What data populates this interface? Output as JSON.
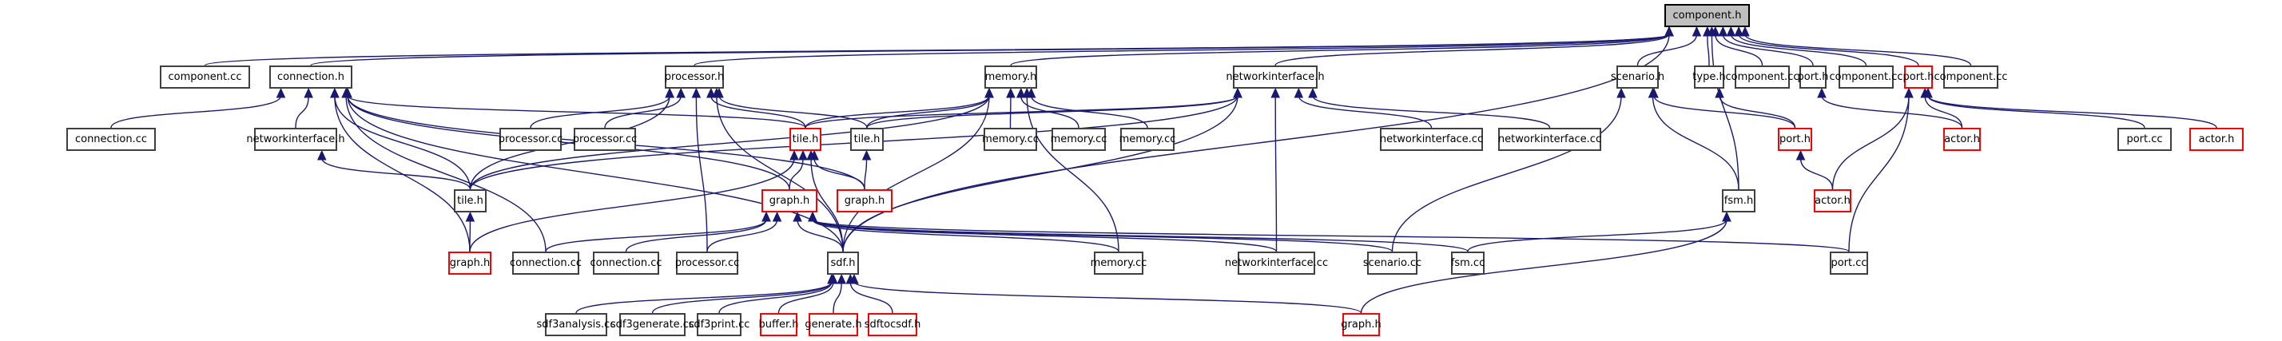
{
  "graph": {
    "title": "component.h include dependency graph",
    "colors": {
      "edge": "#191970",
      "root_fill": "#bfbfbf",
      "node_border": "#404040",
      "truncated_border": "#ff0000"
    },
    "nodes": [
      {
        "id": "component_h",
        "label": "component.h",
        "kind": "root"
      },
      {
        "id": "component_cc_1",
        "label": "component.cc",
        "kind": "normal"
      },
      {
        "id": "connection_h",
        "label": "connection.h",
        "kind": "normal"
      },
      {
        "id": "processor_h",
        "label": "processor.h",
        "kind": "normal"
      },
      {
        "id": "memory_h",
        "label": "memory.h",
        "kind": "normal"
      },
      {
        "id": "networkinterface_h_1",
        "label": "networkinterface.h",
        "kind": "normal"
      },
      {
        "id": "scenario_h",
        "label": "scenario.h",
        "kind": "normal"
      },
      {
        "id": "type_h",
        "label": "type.h",
        "kind": "normal"
      },
      {
        "id": "component_cc_2",
        "label": "component.cc",
        "kind": "normal"
      },
      {
        "id": "port_h_1",
        "label": "port.h",
        "kind": "normal"
      },
      {
        "id": "component_cc_3",
        "label": "component.cc",
        "kind": "normal"
      },
      {
        "id": "port_h_2",
        "label": "port.h",
        "kind": "truncated"
      },
      {
        "id": "component_cc_4",
        "label": "component.cc",
        "kind": "normal"
      },
      {
        "id": "connection_cc_1",
        "label": "connection.cc",
        "kind": "normal"
      },
      {
        "id": "networkinterface_h_2",
        "label": "networkinterface.h",
        "kind": "normal"
      },
      {
        "id": "processor_cc_1",
        "label": "processor.cc",
        "kind": "normal"
      },
      {
        "id": "processor_cc_2",
        "label": "processor.cc",
        "kind": "normal"
      },
      {
        "id": "tile_h_1",
        "label": "tile.h",
        "kind": "truncated"
      },
      {
        "id": "tile_h_2",
        "label": "tile.h",
        "kind": "normal"
      },
      {
        "id": "memory_cc_1",
        "label": "memory.cc",
        "kind": "normal"
      },
      {
        "id": "memory_cc_2",
        "label": "memory.cc",
        "kind": "normal"
      },
      {
        "id": "memory_cc_3",
        "label": "memory.cc",
        "kind": "normal"
      },
      {
        "id": "networkinterface_cc_1",
        "label": "networkinterface.cc",
        "kind": "normal"
      },
      {
        "id": "networkinterface_cc_2",
        "label": "networkinterface.cc",
        "kind": "normal"
      },
      {
        "id": "port_h_3",
        "label": "port.h",
        "kind": "truncated"
      },
      {
        "id": "actor_h_1",
        "label": "actor.h",
        "kind": "truncated"
      },
      {
        "id": "port_cc_1",
        "label": "port.cc",
        "kind": "normal"
      },
      {
        "id": "actor_h_2",
        "label": "actor.h",
        "kind": "truncated"
      },
      {
        "id": "tile_h_3",
        "label": "tile.h",
        "kind": "normal"
      },
      {
        "id": "graph_h_1",
        "label": "graph.h",
        "kind": "truncated"
      },
      {
        "id": "graph_h_2",
        "label": "graph.h",
        "kind": "truncated"
      },
      {
        "id": "fsm_h",
        "label": "fsm.h",
        "kind": "normal"
      },
      {
        "id": "actor_h_3",
        "label": "actor.h",
        "kind": "truncated"
      },
      {
        "id": "graph_h_3",
        "label": "graph.h",
        "kind": "truncated"
      },
      {
        "id": "connection_cc_2",
        "label": "connection.cc",
        "kind": "normal"
      },
      {
        "id": "connection_cc_3",
        "label": "connection.cc",
        "kind": "normal"
      },
      {
        "id": "processor_cc_3",
        "label": "processor.cc",
        "kind": "normal"
      },
      {
        "id": "sdf_h",
        "label": "sdf.h",
        "kind": "normal"
      },
      {
        "id": "memory_cc_4",
        "label": "memory.cc",
        "kind": "normal"
      },
      {
        "id": "networkinterface_cc_3",
        "label": "networkinterface.cc",
        "kind": "normal"
      },
      {
        "id": "scenario_cc",
        "label": "scenario.cc",
        "kind": "normal"
      },
      {
        "id": "fsm_cc",
        "label": "fsm.cc",
        "kind": "normal"
      },
      {
        "id": "port_cc_2",
        "label": "port.cc",
        "kind": "normal"
      },
      {
        "id": "sdf3analysis_cc",
        "label": "sdf3analysis.cc",
        "kind": "normal"
      },
      {
        "id": "sdf3generate_cc",
        "label": "sdf3generate.cc",
        "kind": "normal"
      },
      {
        "id": "sdf3print_cc",
        "label": "sdf3print.cc",
        "kind": "normal"
      },
      {
        "id": "buffer_h",
        "label": "buffer.h",
        "kind": "truncated"
      },
      {
        "id": "generate_h",
        "label": "generate.h",
        "kind": "truncated"
      },
      {
        "id": "sdftocsdf_h",
        "label": "sdftocsdf.h",
        "kind": "truncated"
      },
      {
        "id": "graph_h_4",
        "label": "graph.h",
        "kind": "truncated"
      }
    ],
    "edges": [
      [
        "component_cc_1",
        "component_h"
      ],
      [
        "connection_h",
        "component_h"
      ],
      [
        "processor_h",
        "component_h"
      ],
      [
        "memory_h",
        "component_h"
      ],
      [
        "networkinterface_h_1",
        "component_h"
      ],
      [
        "scenario_h",
        "component_h"
      ],
      [
        "type_h",
        "component_h"
      ],
      [
        "component_cc_2",
        "component_h"
      ],
      [
        "port_h_1",
        "component_h"
      ],
      [
        "component_cc_3",
        "component_h"
      ],
      [
        "port_h_2",
        "component_h"
      ],
      [
        "component_cc_4",
        "component_h"
      ],
      [
        "sdf_h",
        "component_h"
      ],
      [
        "fsm_h",
        "component_h"
      ],
      [
        "connection_cc_1",
        "connection_h"
      ],
      [
        "networkinterface_h_2",
        "connection_h"
      ],
      [
        "tile_h_1",
        "connection_h"
      ],
      [
        "graph_h_1",
        "connection_h"
      ],
      [
        "graph_h_2",
        "connection_h"
      ],
      [
        "graph_h_3",
        "connection_h"
      ],
      [
        "sdf_h",
        "connection_h"
      ],
      [
        "connection_cc_2",
        "connection_h"
      ],
      [
        "tile_h_3",
        "connection_h"
      ],
      [
        "tile_h_3",
        "networkinterface_h_2"
      ],
      [
        "processor_cc_1",
        "processor_h"
      ],
      [
        "processor_cc_2",
        "processor_h"
      ],
      [
        "tile_h_1",
        "processor_h"
      ],
      [
        "tile_h_2",
        "processor_h"
      ],
      [
        "sdf_h",
        "processor_h"
      ],
      [
        "tile_h_3",
        "processor_h"
      ],
      [
        "processor_cc_3",
        "processor_h"
      ],
      [
        "tile_h_1",
        "memory_h"
      ],
      [
        "tile_h_2",
        "memory_h"
      ],
      [
        "memory_cc_1",
        "memory_h"
      ],
      [
        "memory_cc_2",
        "memory_h"
      ],
      [
        "memory_cc_3",
        "memory_h"
      ],
      [
        "sdf_h",
        "memory_h"
      ],
      [
        "memory_cc_4",
        "memory_h"
      ],
      [
        "tile_h_3",
        "memory_h"
      ],
      [
        "tile_h_1",
        "networkinterface_h_1"
      ],
      [
        "tile_h_2",
        "networkinterface_h_1"
      ],
      [
        "networkinterface_cc_1",
        "networkinterface_h_1"
      ],
      [
        "networkinterface_cc_2",
        "networkinterface_h_1"
      ],
      [
        "sdf_h",
        "networkinterface_h_1"
      ],
      [
        "networkinterface_cc_3",
        "networkinterface_h_1"
      ],
      [
        "tile_h_3",
        "networkinterface_h_1"
      ],
      [
        "graph_h_1",
        "tile_h_1"
      ],
      [
        "graph_h_2",
        "tile_h_1"
      ],
      [
        "sdf_h",
        "tile_h_1"
      ],
      [
        "graph_h_3",
        "tile_h_1"
      ],
      [
        "graph_h_2",
        "tile_h_2"
      ],
      [
        "graph_h_3",
        "tile_h_3"
      ],
      [
        "connection_cc_2",
        "graph_h_1"
      ],
      [
        "connection_cc_3",
        "graph_h_1"
      ],
      [
        "processor_cc_3",
        "graph_h_1"
      ],
      [
        "sdf_h",
        "graph_h_1"
      ],
      [
        "memory_cc_4",
        "graph_h_1"
      ],
      [
        "networkinterface_cc_3",
        "graph_h_1"
      ],
      [
        "scenario_cc",
        "graph_h_1"
      ],
      [
        "fsm_cc",
        "graph_h_1"
      ],
      [
        "port_cc_2",
        "graph_h_1"
      ],
      [
        "port_h_3",
        "scenario_h"
      ],
      [
        "fsm_h",
        "scenario_h"
      ],
      [
        "scenario_cc",
        "scenario_h"
      ],
      [
        "port_h_3",
        "type_h"
      ],
      [
        "actor_h_3",
        "port_h_3"
      ],
      [
        "actor_h_1",
        "port_h_1"
      ],
      [
        "actor_h_1",
        "port_h_2"
      ],
      [
        "actor_h_3",
        "port_h_2"
      ],
      [
        "port_cc_1",
        "port_h_2"
      ],
      [
        "actor_h_2",
        "port_h_2"
      ],
      [
        "port_cc_2",
        "port_h_2"
      ],
      [
        "fsm_cc",
        "fsm_h"
      ],
      [
        "graph_h_4",
        "fsm_h"
      ],
      [
        "sdf3analysis_cc",
        "sdf_h"
      ],
      [
        "sdf3generate_cc",
        "sdf_h"
      ],
      [
        "sdf3print_cc",
        "sdf_h"
      ],
      [
        "buffer_h",
        "sdf_h"
      ],
      [
        "generate_h",
        "sdf_h"
      ],
      [
        "sdftocsdf_h",
        "sdf_h"
      ],
      [
        "graph_h_4",
        "sdf_h"
      ]
    ]
  }
}
